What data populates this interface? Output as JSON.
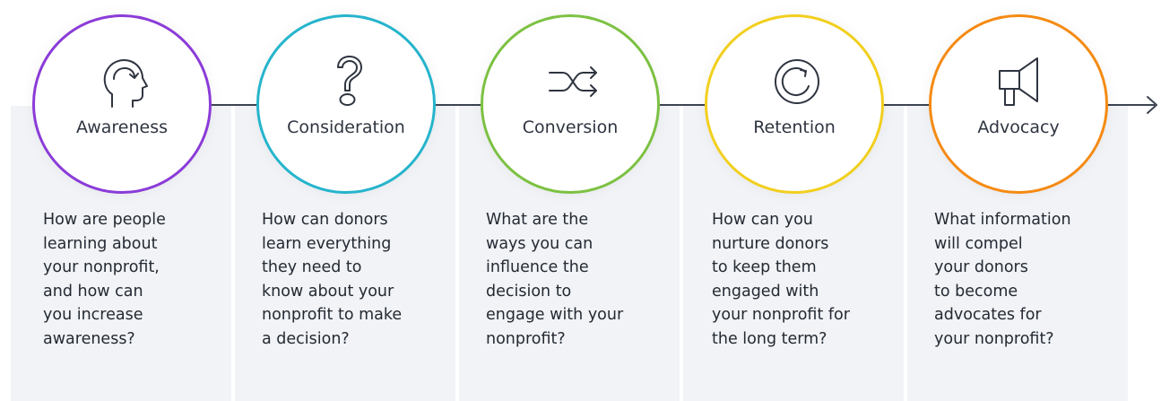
{
  "stages": [
    {
      "label": "Awareness",
      "icon": "head-arrow-icon",
      "color": "#8b3bd8",
      "question": [
        "How are people",
        "learning about",
        "your nonprofit,",
        "and how can",
        "you increase",
        "awareness?"
      ]
    },
    {
      "label": "Consideration",
      "icon": "question-mark-icon",
      "color": "#25b4cc",
      "question": [
        "How can donors",
        "learn everything",
        "they need to",
        "know about your",
        "nonprofit to make",
        "a decision?"
      ]
    },
    {
      "label": "Conversion",
      "icon": "shuffle-icon",
      "color": "#7cc142",
      "question": [
        "What are the",
        "ways you can",
        "influence the",
        "decision to",
        "engage with your",
        "nonprofit?"
      ]
    },
    {
      "label": "Retention",
      "icon": "refresh-icon",
      "color": "#f2cf1d",
      "question": [
        "How can you",
        "nurture donors",
        "to keep them",
        "engaged with",
        "your nonprofit for",
        "the long term?"
      ]
    },
    {
      "label": "Advocacy",
      "icon": "megaphone-icon",
      "color": "#f58a12",
      "question": [
        "What information",
        "will compel",
        "your donors",
        "to become",
        "advocates for",
        "your nonprofit?"
      ]
    }
  ],
  "connector_color": "#3d4450",
  "panel_color": "#f1f3f6"
}
